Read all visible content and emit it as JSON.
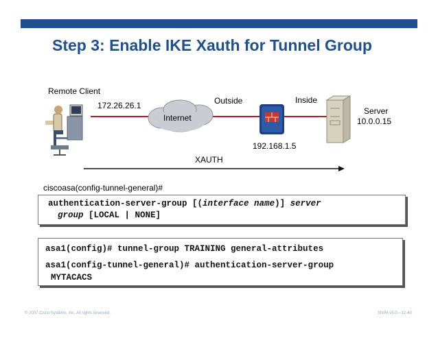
{
  "title": "Step 3: Enable IKE Xauth for Tunnel Group",
  "diagram": {
    "remote_client_label": "Remote Client",
    "remote_client_ip": "172.26.26.1",
    "internet_label": "Internet",
    "outside_label": "Outside",
    "inside_label": "Inside",
    "firewall_ip": "192.168.1.5",
    "server_label": "Server",
    "server_ip": "10.0.0.15",
    "xauth_label": "XAUTH"
  },
  "syntax": {
    "prompt": "ciscoasa(config-tunnel-general)#",
    "line1_cmd": "authentication-server-group [(",
    "line1_arg": "interface name",
    "line1_mid": ")] ",
    "line1_arg2": "server",
    "line2_arg": "group",
    "line2_rest": " [LOCAL | NONE]"
  },
  "example": {
    "line1": "asa1(config)# tunnel-group TRAINING general-attributes",
    "line2": "asa1(config-tunnel-general)# authentication-server-group",
    "line3": "MYTACACS"
  },
  "footer": {
    "copyright": "© 2007 Cisco Systems, Inc. All rights reserved.",
    "slide_ref": "SNPA v5.0—12-40"
  },
  "colors": {
    "title": "#1f4f8f",
    "link_line": "#b01e23",
    "firewall": "#1e3f86"
  }
}
